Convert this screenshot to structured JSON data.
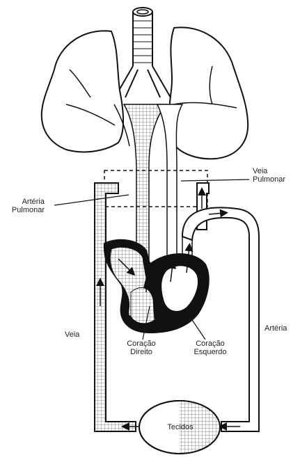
{
  "labels": {
    "veia_pulmonar_1": "Veia",
    "veia_pulmonar_2": "Pulmonar",
    "arteria_pulmonar_1": "Artéria",
    "arteria_pulmonar_2": "Pulmonar",
    "veia": "Veia",
    "arteria": "Artéria",
    "coracao_direito_1": "Coração",
    "coracao_direito_2": "Direito",
    "coracao_esquerdo_1": "Coração",
    "coracao_esquerdo_2": "Esquerdo",
    "tecidos": "Tecidos"
  },
  "colors": {
    "line": "#111111",
    "deoxygenated_hatch": "#8a8a8a",
    "heart_wall": "#111111"
  }
}
